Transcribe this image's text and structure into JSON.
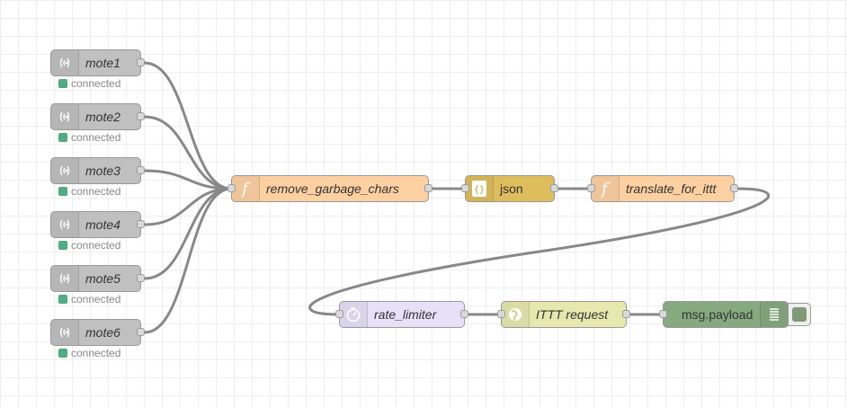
{
  "colors": {
    "mote_node": "#c0c0c0",
    "function_node": "#fdd0a2",
    "json_node": "#debd5c",
    "delay_node": "#e6e0f8",
    "http_node": "#e7e7ae",
    "debug_node": "#87a980",
    "status_connected": "#55aa88",
    "wire": "#888888"
  },
  "mqtt_in_nodes": [
    {
      "label": "mote1",
      "status": "connected",
      "icon": "wifi-signal-icon"
    },
    {
      "label": "mote2",
      "status": "connected",
      "icon": "wifi-signal-icon"
    },
    {
      "label": "mote3",
      "status": "connected",
      "icon": "wifi-signal-icon"
    },
    {
      "label": "mote4",
      "status": "connected",
      "icon": "wifi-signal-icon"
    },
    {
      "label": "mote5",
      "status": "connected",
      "icon": "wifi-signal-icon"
    },
    {
      "label": "mote6",
      "status": "connected",
      "icon": "wifi-signal-icon"
    }
  ],
  "flow_nodes": {
    "remove_garbage": {
      "label": "remove_garbage_chars",
      "icon": "function-icon"
    },
    "json": {
      "label": "json",
      "icon": "json-braces-icon"
    },
    "translate": {
      "label": "translate_for_ittt",
      "icon": "function-icon"
    },
    "rate_limiter": {
      "label": "rate_limiter",
      "icon": "timer-icon"
    },
    "ittt_request": {
      "label": "ITTT request",
      "icon": "globe-icon"
    },
    "debug": {
      "label": "msg.payload",
      "icon": "debug-list-icon"
    }
  }
}
